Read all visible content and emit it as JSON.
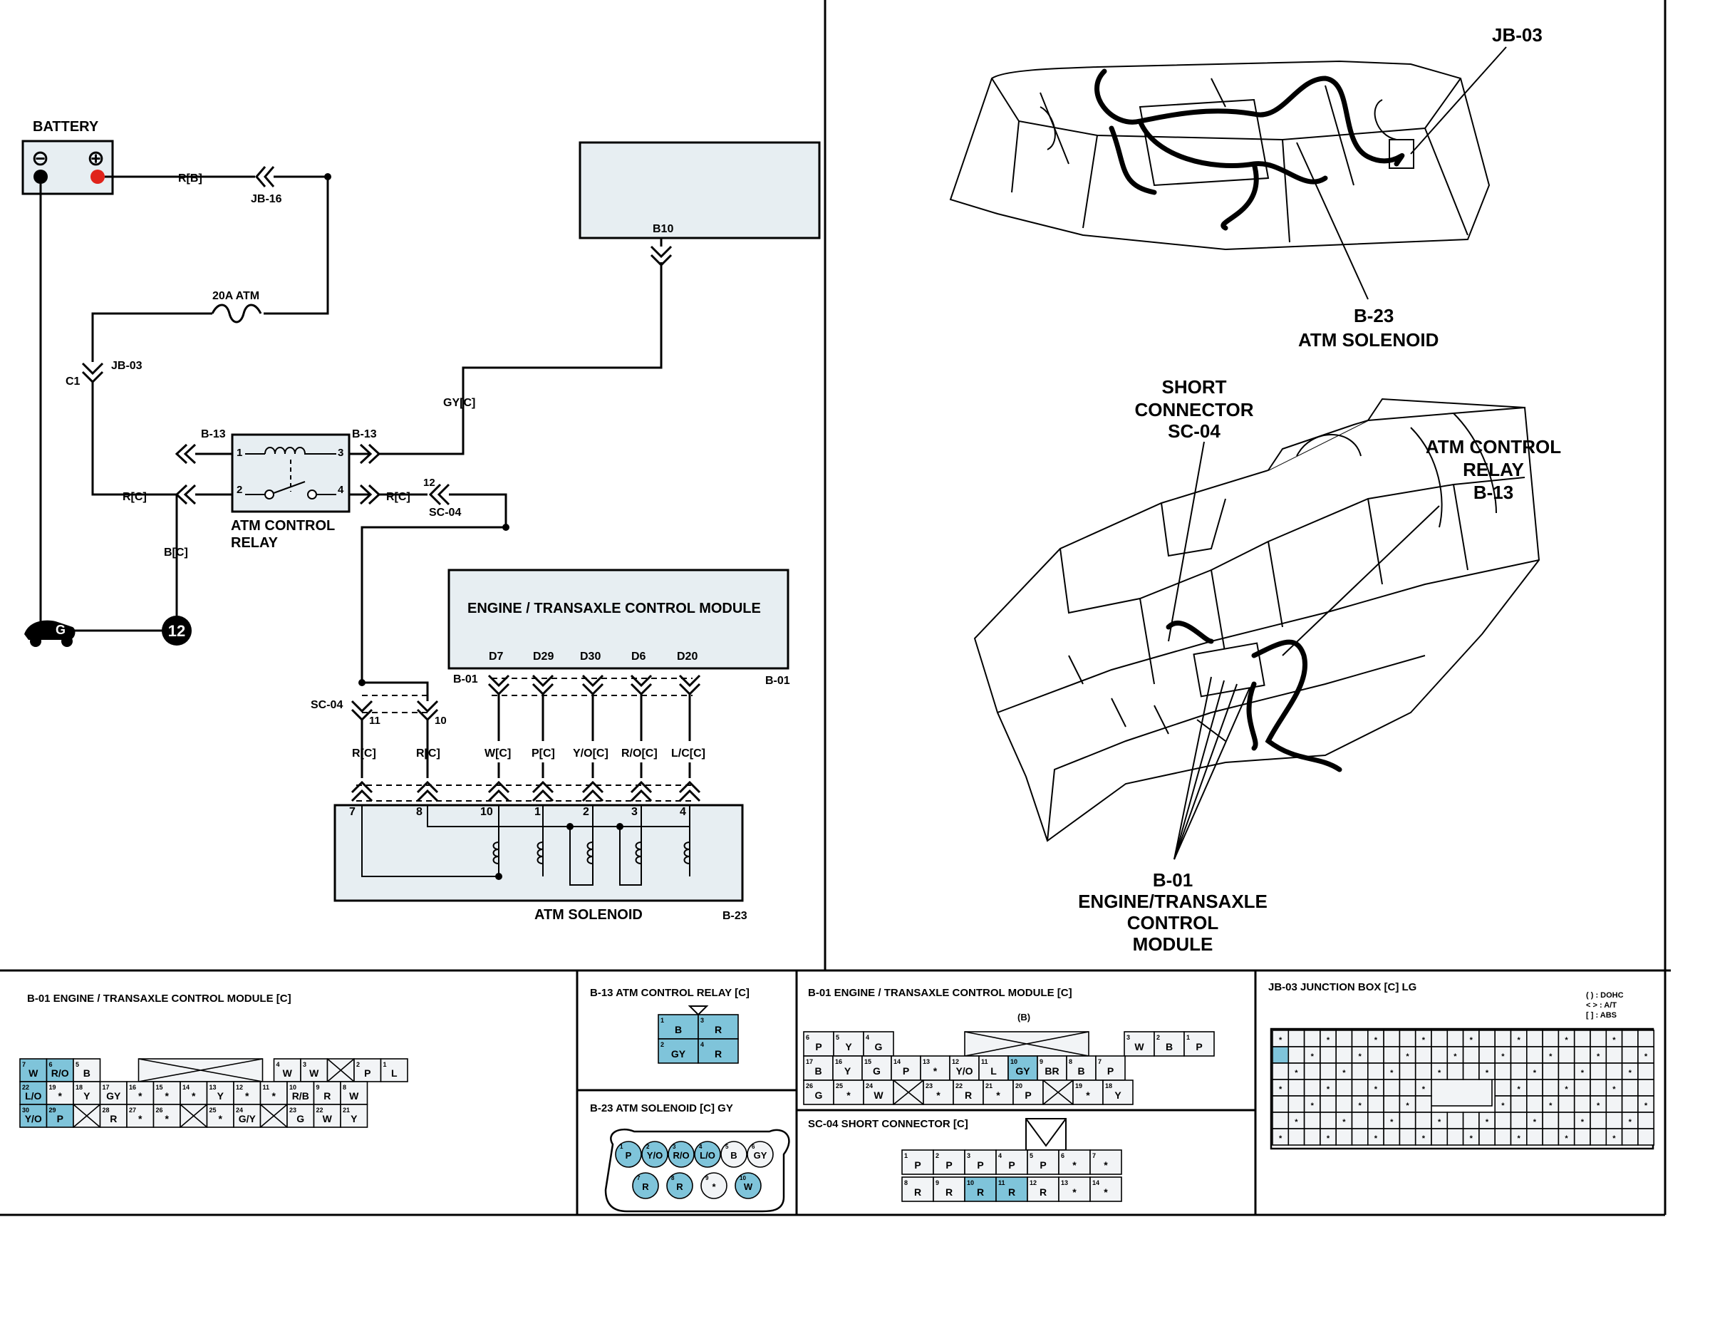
{
  "schematic": {
    "battery": {
      "title": "BATTERY",
      "neg_symbol": "⊖",
      "pos_symbol": "⊕"
    },
    "wires": {
      "rb": "R[B]",
      "rc_left": "R[C]",
      "rc_right": "R[C]",
      "bc": "B[C]",
      "gyc": "GY[C]",
      "rc_sc11": "R[C]",
      "rc_sc10": "R[C]",
      "wc": "W[C]",
      "pc": "P[C]",
      "yoc": "Y/O[C]",
      "roc": "R/O[C]",
      "lc": "L/C[C]"
    },
    "connectors": {
      "jb16": "JB-16",
      "fuse": "20A ATM",
      "jb03": "JB-03",
      "c1": "C1",
      "b13_left": "B-13",
      "b13_right": "B-13",
      "sc04_top": "SC-04",
      "pin12_top": "12",
      "sc04_left": "SC-04",
      "pin11": "11",
      "pin10": "10",
      "b01_left": "B-01",
      "b01_right": "B-01",
      "b10": "B10",
      "b23": "B-23"
    },
    "relay": {
      "title_line1": "ATM CONTROL",
      "title_line2": "RELAY",
      "pin1": "1",
      "pin2": "2",
      "pin3": "3",
      "pin4": "4"
    },
    "ground": {
      "label": "G",
      "number": "12"
    },
    "ecm": {
      "title": "ENGINE / TRANSAXLE CONTROL MODULE",
      "pins": [
        "D7",
        "D29",
        "D30",
        "D6",
        "D20"
      ]
    },
    "solenoid": {
      "title": "ATM SOLENOID",
      "pins": [
        "7",
        "8",
        "10",
        "1",
        "2",
        "3",
        "4"
      ]
    }
  },
  "location": {
    "jb03": "JB-03",
    "b23_code": "B-23",
    "b23_name": "ATM SOLENOID",
    "short_connector": [
      "SHORT",
      "CONNECTOR",
      "SC-04"
    ],
    "relay": [
      "ATM CONTROL",
      "RELAY",
      "B-13"
    ],
    "ecm": [
      "B-01",
      "ENGINE/TRANSAXLE",
      "CONTROL",
      "MODULE"
    ]
  },
  "connector_views": {
    "b01_left": {
      "title": "B-01 ENGINE / TRANSAXLE CONTROL MODULE [C]",
      "rows": [
        [
          {
            "n": "7",
            "t": "W",
            "h": true
          },
          {
            "n": "6",
            "t": "R/O",
            "h": true
          },
          {
            "n": "5",
            "t": "B"
          },
          {
            "x": true
          },
          {
            "x": true
          },
          {
            "x": true
          },
          {
            "x": true
          },
          {
            "n": "4",
            "t": "W"
          },
          {
            "n": "3",
            "t": "W"
          },
          {
            "x": true
          },
          {
            "n": "2",
            "t": "P"
          },
          {
            "n": "1",
            "t": "L"
          }
        ],
        [
          {
            "n": "22",
            "t": "L/O",
            "h": true
          },
          {
            "n": "19",
            "t": "*"
          },
          {
            "n": "18",
            "t": "Y"
          },
          {
            "n": "17",
            "t": "GY"
          },
          {
            "n": "16",
            "t": "*"
          },
          {
            "n": "15",
            "t": "*"
          },
          {
            "n": "14",
            "t": "*"
          },
          {
            "n": "13",
            "t": "Y"
          },
          {
            "n": "12",
            "t": "*"
          },
          {
            "n": "11",
            "t": "*"
          },
          {
            "n": "10",
            "t": "R/B"
          },
          {
            "n": "9",
            "t": "R"
          },
          {
            "n": "8",
            "t": "W"
          }
        ],
        [
          {
            "n": "30",
            "t": "Y/O",
            "h": true
          },
          {
            "n": "29",
            "t": "P",
            "h": true
          },
          {
            "x": true
          },
          {
            "n": "28",
            "t": "R"
          },
          {
            "n": "27",
            "t": "*"
          },
          {
            "n": "26",
            "t": "*"
          },
          {
            "x": true
          },
          {
            "n": "25",
            "t": "*"
          },
          {
            "n": "24",
            "t": "G/Y"
          },
          {
            "x": true
          },
          {
            "n": "23",
            "t": "G"
          },
          {
            "n": "22",
            "t": "W"
          },
          {
            "n": "21",
            "t": "Y"
          }
        ]
      ]
    },
    "b13": {
      "title": "B-13 ATM CONTROL RELAY [C]",
      "cells": [
        {
          "n": "1",
          "t": "B"
        },
        {
          "n": "3",
          "t": "R"
        },
        {
          "n": "2",
          "t": "GY"
        },
        {
          "n": "4",
          "t": "R"
        }
      ]
    },
    "b23": {
      "title": "B-23 ATM SOLENOID [C] GY",
      "top": [
        {
          "n": "1",
          "t": "P"
        },
        {
          "n": "2",
          "t": "Y/O"
        },
        {
          "n": "3",
          "t": "R/O"
        },
        {
          "n": "4",
          "t": "L/O"
        },
        {
          "n": "5",
          "t": "B"
        },
        {
          "n": "6",
          "t": "GY"
        }
      ],
      "bottom": [
        {
          "n": "7",
          "t": "R"
        },
        {
          "n": "8",
          "t": "R"
        },
        {
          "n": "9",
          "t": "*"
        },
        {
          "n": "10",
          "t": "W"
        }
      ]
    },
    "b01_right": {
      "title": "B-01 ENGINE / TRANSAXLE CONTROL MODULE [C]",
      "b_label": "(B)",
      "row1": [
        {
          "n": "6",
          "t": "P"
        },
        {
          "n": "5",
          "t": "Y"
        },
        {
          "n": "4",
          "t": "G"
        },
        {
          "n": "3",
          "t": "W"
        },
        {
          "n": "2",
          "t": "B"
        },
        {
          "n": "1",
          "t": "P"
        }
      ],
      "row2": [
        {
          "n": "17",
          "t": "B"
        },
        {
          "n": "16",
          "t": "Y"
        },
        {
          "n": "15",
          "t": "G"
        },
        {
          "n": "14",
          "t": "P"
        },
        {
          "n": "13",
          "t": "*"
        },
        {
          "n": "12",
          "t": "Y/O"
        },
        {
          "n": "11",
          "t": "L"
        },
        {
          "n": "10",
          "t": "GY",
          "h": true
        },
        {
          "n": "9",
          "t": "BR"
        },
        {
          "n": "8",
          "t": "B"
        },
        {
          "n": "7",
          "t": "P"
        }
      ],
      "row3": [
        {
          "n": "26",
          "t": "G"
        },
        {
          "n": "25",
          "t": "*"
        },
        {
          "n": "24",
          "t": "W"
        },
        {
          "n": "23",
          "t": "*"
        },
        {
          "n": "22",
          "t": "R"
        },
        {
          "n": "21",
          "t": "*"
        },
        {
          "n": "20",
          "t": "P"
        },
        {
          "n": "19",
          "t": "*"
        },
        {
          "n": "18",
          "t": "Y"
        }
      ]
    },
    "sc04": {
      "title": "SC-04 SHORT CONNECTOR [C]",
      "row1": [
        {
          "n": "1",
          "t": "P"
        },
        {
          "n": "2",
          "t": "P"
        },
        {
          "n": "3",
          "t": "P"
        },
        {
          "n": "4",
          "t": "P"
        },
        {
          "n": "5",
          "t": "P"
        },
        {
          "n": "6",
          "t": "*"
        },
        {
          "n": "7",
          "t": "*"
        }
      ],
      "row2": [
        {
          "n": "8",
          "t": "R"
        },
        {
          "n": "9",
          "t": "R"
        },
        {
          "n": "10",
          "t": "R",
          "h": true
        },
        {
          "n": "11",
          "t": "R",
          "h": true
        },
        {
          "n": "12",
          "t": "R"
        },
        {
          "n": "13",
          "t": "*"
        },
        {
          "n": "14",
          "t": "*"
        }
      ]
    },
    "jb03": {
      "title": "JB-03 JUNCTION BOX [C] LG",
      "legend": [
        "(   ) : DOHC",
        "<   > : A/T",
        "[   ] : ABS"
      ]
    }
  }
}
